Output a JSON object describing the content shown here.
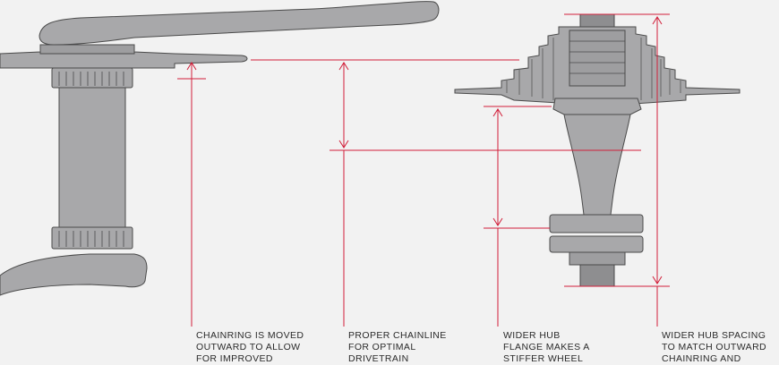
{
  "captions": [
    "CHAINRING IS MOVED\nOUTWARD TO ALLOW\nFOR IMPROVED",
    "PROPER CHAINLINE\nFOR OPTIMAL\nDRIVETRAIN",
    "WIDER HUB\nFLANGE MAKES A\nSTIFFER WHEEL",
    "WIDER HUB SPACING\nTO MATCH OUTWARD\nCHAINRING AND"
  ],
  "colors": {
    "background": "#f2f2f2",
    "part_fill": "#a8a8aa",
    "part_dark": "#8e8e90",
    "outline": "#4a4a4a",
    "accent": "#d11f3a"
  }
}
